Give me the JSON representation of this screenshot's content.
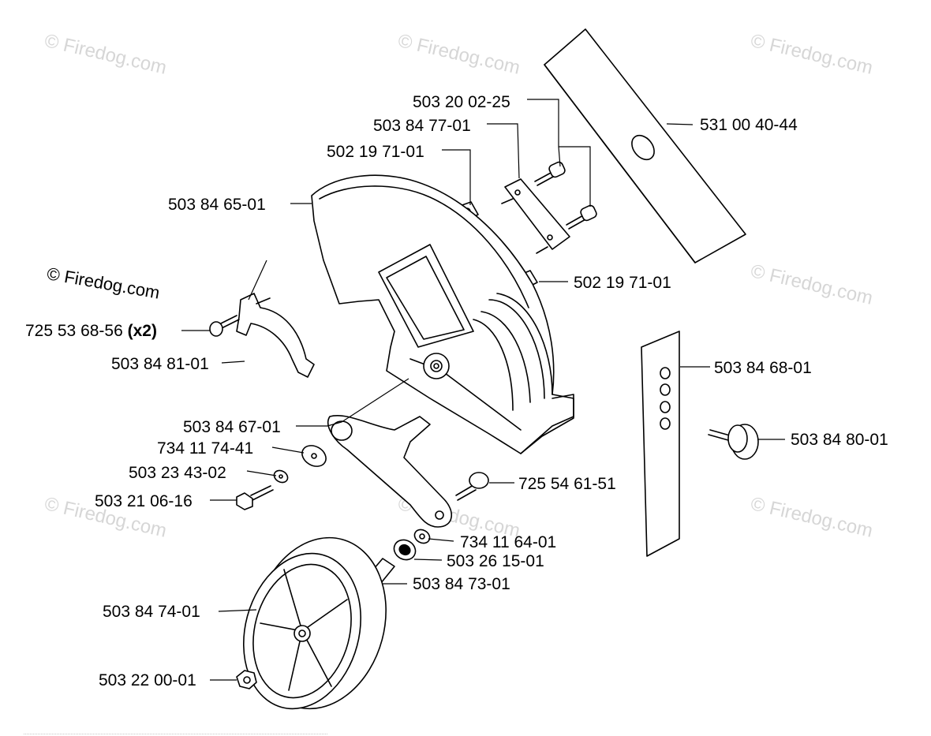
{
  "watermark": {
    "text": "© Firedog.com"
  },
  "labels": {
    "p531004044": "531 00 40-44",
    "p503200225": "503 20 02-25",
    "p503847701": "503 84 77-01",
    "p502197101a": "502 19 71-01",
    "p503846501": "503 84 65-01",
    "p502197101b": "502 19 71-01",
    "p725536856": "725 53 68-56",
    "p725536856_qty": "(x2)",
    "p503848101": "503 84 81-01",
    "p503846801": "503 84 68-01",
    "p503846701": "503 84 67-01",
    "p734117441": "734 11 74-41",
    "p503848001": "503 84 80-01",
    "p503234302": "503 23 43-02",
    "p725546151": "725 54 61-51",
    "p503210616": "503 21 06-16",
    "p734116401": "734 11 64-01",
    "p503261501": "503 26 15-01",
    "p503847301": "503 84 73-01",
    "p503847401": "503 84 74-01",
    "p503220001": "503 22 00-01"
  }
}
